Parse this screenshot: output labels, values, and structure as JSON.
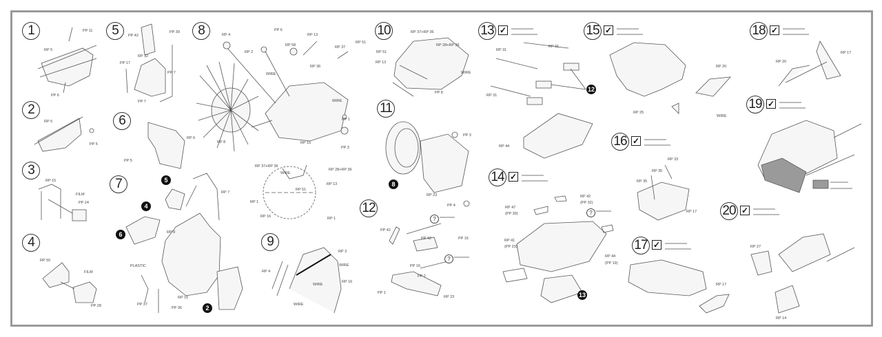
{
  "colors": {
    "frame": "#9a9a9a",
    "line_art": "#555555",
    "callout": "#111111",
    "paint_swatch": "#9a9a9a"
  },
  "steps": [
    {
      "number": "1",
      "has_check": false,
      "labels": [
        "PP 11",
        "RP 5",
        "PP 6"
      ]
    },
    {
      "number": "2",
      "has_check": false,
      "labels": [
        "RP 5",
        "PP 5"
      ]
    },
    {
      "number": "3",
      "has_check": false,
      "labels": [
        "RP 15",
        "FILM",
        "PP 24"
      ]
    },
    {
      "number": "4",
      "has_check": false,
      "labels": [
        "RP 50",
        "FILM",
        "PP 28"
      ]
    },
    {
      "number": "5",
      "has_check": false,
      "labels": [
        "PP 42",
        "PP 39",
        "RP 32",
        "PP 17",
        "PP 7",
        "PP 7"
      ]
    },
    {
      "number": "6",
      "has_check": false,
      "labels": [
        "RP 6",
        "PP 5"
      ]
    },
    {
      "number": "7",
      "has_check": false,
      "labels": [
        "RP 7",
        "RP 8",
        "PLASTIC",
        "PP 37",
        "RP 15",
        "PP 36"
      ],
      "callouts": [
        "5",
        "4",
        "6",
        "2"
      ]
    },
    {
      "number": "8",
      "has_check": false,
      "labels": [
        "RP 4",
        "PP 6",
        "RP 2",
        "RP 13",
        "RP 58",
        "RP 37",
        "RP 51",
        "WIRE",
        "RP 36",
        "WIRE",
        "PP 1",
        "PP 3",
        "RP 16",
        "RP 8",
        "RP 37+RP 36",
        "RP 28+RP 36",
        "WIRE",
        "RP 51",
        "RP 13",
        "RP 1",
        "RP 16",
        "RP 1"
      ]
    },
    {
      "number": "9",
      "has_check": false,
      "labels": [
        "RP 3",
        "WIRE",
        "RP 16",
        "RP 4",
        "WIRE",
        "WIRE"
      ]
    },
    {
      "number": "10",
      "has_check": false,
      "labels": [
        "RP 37+RP 36",
        "RP 28+RP 36",
        "RP 51",
        "RP 13",
        "WIRE",
        "PP 8"
      ]
    },
    {
      "number": "11",
      "has_check": false,
      "labels": [
        "PP 3",
        "RP 23",
        "PP 4"
      ],
      "callouts": [
        "8"
      ]
    },
    {
      "number": "12",
      "has_check": false,
      "labels": [
        "PP 42",
        "PP 42",
        "PP 15",
        "PP 16",
        "PP 2",
        "PP 1",
        "RP 23"
      ],
      "questions": [
        "?",
        "?"
      ]
    },
    {
      "number": "13",
      "has_check": true,
      "labels": [
        "RP 31",
        "RP 31",
        "RP 31",
        "RP 44"
      ],
      "callouts": [
        "12"
      ]
    },
    {
      "number": "14",
      "has_check": true,
      "labels": [
        "RP 42",
        "(PP 32)",
        "RP 47",
        "(PP 39)",
        "RP 41",
        "(PP 23)",
        "RP 44",
        "(PP 19)"
      ],
      "questions": [
        "?"
      ],
      "callouts": [
        "13"
      ]
    },
    {
      "number": "15",
      "has_check": true,
      "labels": [
        "RP 20",
        "RP 25",
        "WIRE"
      ]
    },
    {
      "number": "16",
      "has_check": true,
      "labels": [
        "RP 33",
        "RP 35",
        "RP 35",
        "RP 17"
      ]
    },
    {
      "number": "17",
      "has_check": true,
      "labels": [
        "RP 17"
      ]
    },
    {
      "number": "18",
      "has_check": true,
      "labels": [
        "RP 17",
        "RP 20"
      ]
    },
    {
      "number": "19",
      "has_check": true,
      "labels": []
    },
    {
      "number": "20",
      "has_check": true,
      "labels": [
        "RP 27",
        "RP 14"
      ]
    }
  ]
}
